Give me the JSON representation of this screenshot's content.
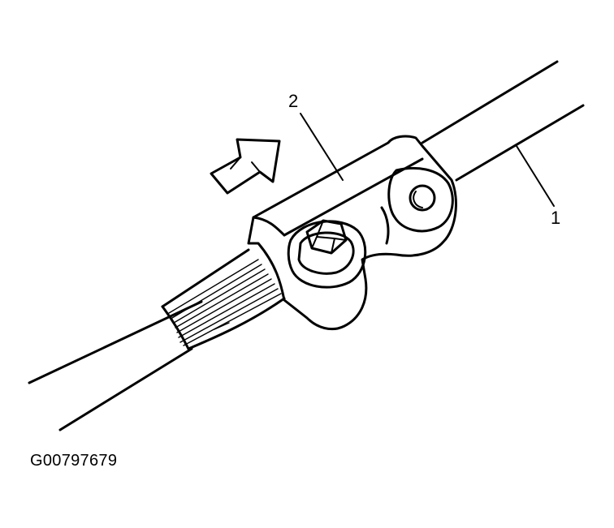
{
  "callouts": {
    "shaft": "1",
    "clamp": "2"
  },
  "figure_id": "G00797679",
  "arrow": {
    "meaning": "direction-arrow"
  }
}
